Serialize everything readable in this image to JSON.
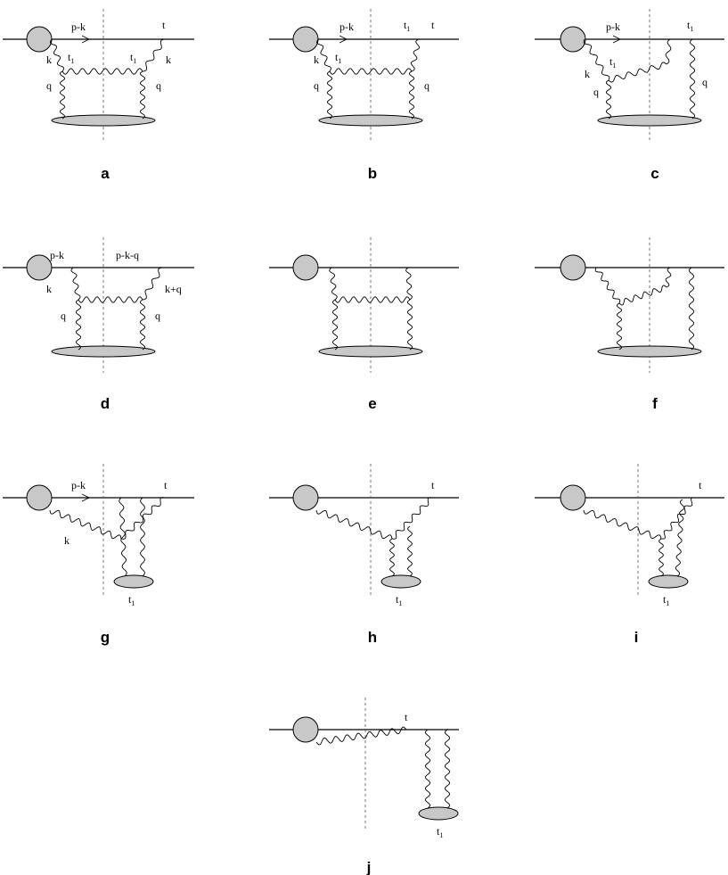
{
  "colors": {
    "blob_fill": "#c8c8c8",
    "line": "#000000",
    "cut_line": "#555555"
  },
  "diagrams": [
    {
      "caption": "a",
      "labels": {
        "pk": "p-k",
        "t": "t",
        "k": "k",
        "t1a": "t",
        "t1b": "t",
        "kb": "k",
        "q": "q",
        "qb": "q",
        "sub": "1"
      }
    },
    {
      "caption": "b",
      "labels": {
        "pk": "p-k",
        "t1": "t",
        "t": "t",
        "k": "k",
        "t1b": "t",
        "q": "q",
        "qb": "q",
        "sub": "1"
      }
    },
    {
      "caption": "c",
      "labels": {
        "pk": "p-k",
        "t1": "t",
        "k": "k",
        "t1b": "t",
        "q": "q",
        "qb": "q",
        "sub": "1"
      }
    },
    {
      "caption": "d",
      "labels": {
        "pk": "p-k",
        "pkq": "p-k-q",
        "k": "k",
        "kq": "k+q",
        "q": "q",
        "qb": "q"
      }
    },
    {
      "caption": "e"
    },
    {
      "caption": "f"
    },
    {
      "caption": "g",
      "labels": {
        "pk": "p-k",
        "t": "t",
        "k": "k",
        "t1": "t",
        "sub": "1"
      }
    },
    {
      "caption": "h",
      "labels": {
        "t": "t",
        "t1": "t",
        "sub": "1"
      }
    },
    {
      "caption": "i",
      "labels": {
        "t": "t",
        "t1": "t",
        "sub": "1"
      }
    },
    {
      "caption": "j",
      "labels": {
        "t": "t",
        "t1": "t",
        "sub": "1"
      }
    }
  ]
}
